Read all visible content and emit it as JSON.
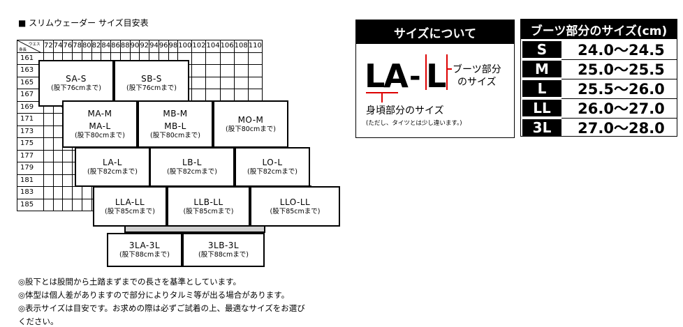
{
  "title": "■ スリムウェーダー サイズ目安表",
  "grid": {
    "corner_top": "ウエスト",
    "corner_bottom": "身長",
    "waist": [
      "72",
      "74",
      "76",
      "78",
      "80",
      "82",
      "84",
      "86",
      "88",
      "90",
      "92",
      "94",
      "96",
      "98",
      "100",
      "102",
      "104",
      "106",
      "108",
      "110"
    ],
    "height": [
      "161",
      "163",
      "165",
      "167",
      "169",
      "171",
      "173",
      "175",
      "177",
      "179",
      "181",
      "183",
      "185"
    ]
  },
  "boxes": [
    {
      "code": "SA-S",
      "sub": "(股下76cmまで)"
    },
    {
      "code": "SB-S",
      "sub": "(股下76cmまで)"
    },
    {
      "code": "MA-M",
      "code2": "MA-L",
      "sub": "(股下80cmまで)"
    },
    {
      "code": "MB-M",
      "code2": "MB-L",
      "sub": "(股下80cmまで)"
    },
    {
      "code": "MO-M",
      "sub": "(股下80cmまで)"
    },
    {
      "code": "LA-L",
      "sub": "(股下82cmまで)"
    },
    {
      "code": "LB-L",
      "sub": "(股下82cmまで)"
    },
    {
      "code": "LO-L",
      "sub": "(股下82cmまで)"
    },
    {
      "code": "LLA-LL",
      "sub": "(股下85cmまで)"
    },
    {
      "code": "LLB-LL",
      "sub": "(股下85cmまで)"
    },
    {
      "code": "LLO-LL",
      "sub": "(股下85cmまで)"
    },
    {
      "code": "3LA-3L",
      "sub": "(股下88cmまで)"
    },
    {
      "code": "3LB-3L",
      "sub": "(股下88cmまで)"
    }
  ],
  "notes": [
    "◎股下とは股間から土踏まずまでの長さを基準としています。",
    "◎体型は個人差がありますので部分によりタルミ等が出る場合があります。",
    "◎表示サイズは目安です。お求めの際は必ずご試着の上、最適なサイズをお選び",
    "ください。"
  ],
  "about": {
    "heading": "サイズについて",
    "example": "LA-L",
    "example_left": "LA",
    "example_dash": "-",
    "example_right": "L",
    "boot_label_1": "ブーツ部分",
    "boot_label_2": "のサイズ",
    "body_label": "身頃部分のサイズ",
    "body_note": "(ただし、タイツとは少し違います。)"
  },
  "boots": {
    "heading": "ブーツ部分のサイズ(cm)",
    "rows": [
      {
        "size": "S",
        "range": "24.0～24.5"
      },
      {
        "size": "M",
        "range": "25.0～25.5"
      },
      {
        "size": "L",
        "range": "25.5～26.0"
      },
      {
        "size": "LL",
        "range": "26.0～27.0"
      },
      {
        "size": "3L",
        "range": "27.0～28.0"
      }
    ]
  }
}
